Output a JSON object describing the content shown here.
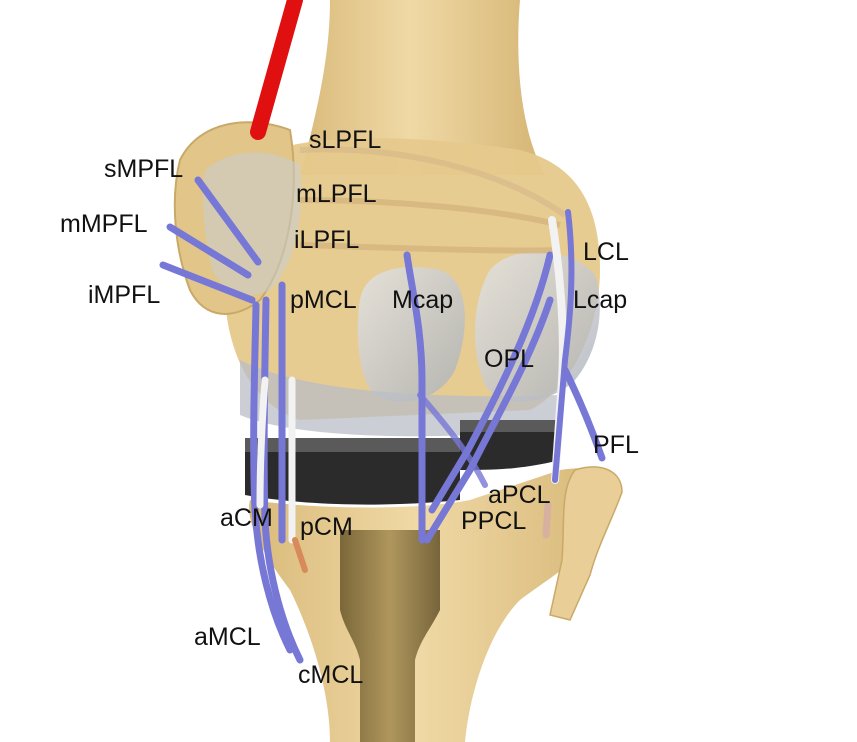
{
  "colors": {
    "bone": "#e9cf97",
    "bone_shadow": "#c9a968",
    "cartilage": "#c8cdd4",
    "ligament": "#7777d6",
    "graft_white": "#f2f2f2",
    "tendon_red": "#e01010",
    "implant_dark": "#2b2b2b",
    "stem": "#8f7a45"
  },
  "labels": {
    "sLPFL": "sLPFL",
    "sMPFL": "sMPFL",
    "mLPFL": "mLPFL",
    "mMPFL": "mMPFL",
    "iLPFL": "iLPFL",
    "LCL": "LCL",
    "iMPFL": "iMPFL",
    "pMCL": "pMCL",
    "Mcap": "Mcap",
    "Lcap": "Lcap",
    "OPL": "OPL",
    "PFL": "PFL",
    "aPCL": "aPCL",
    "aCM": "aCM",
    "pCM": "pCM",
    "PPCL": "PPCL",
    "aMCL": "aMCL",
    "cMCL": "cMCL"
  }
}
